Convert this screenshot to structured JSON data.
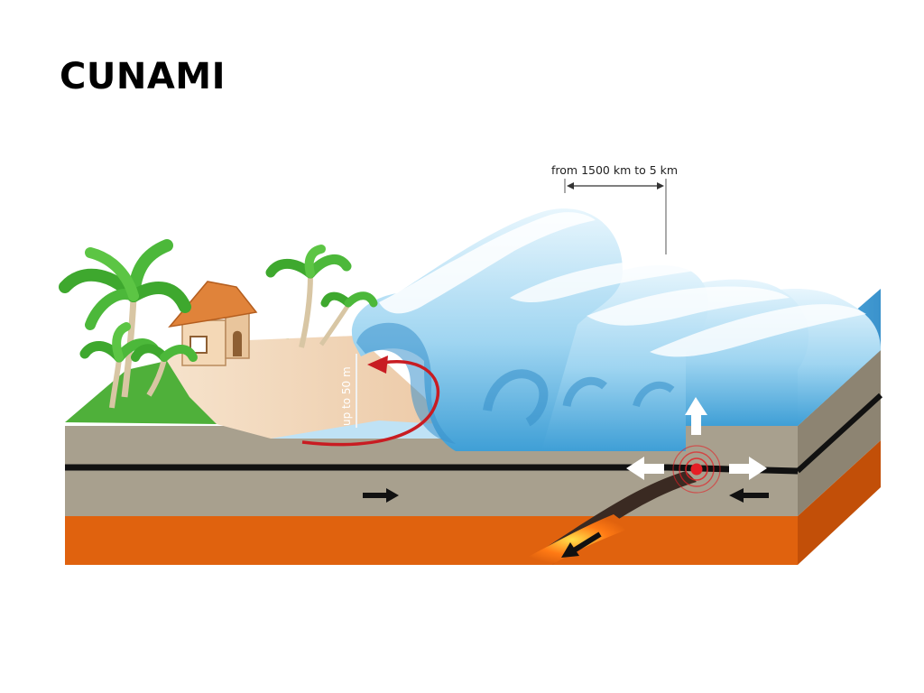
{
  "slide": {
    "title": "CUNAMI"
  },
  "diagram": {
    "wavelength_label": "from 1500 km to 5 km",
    "height_label": "up to 50 m"
  },
  "colors": {
    "wave_light": "#dff2fc",
    "wave_mid": "#9fd5f1",
    "wave_deep": "#4aa9dd",
    "sand": "#f3dcc1",
    "grass": "#4fb03a",
    "crust": "#a8a08e",
    "mantle": "#e0620e",
    "fault_line": "#111111",
    "quake_red": "#e51e25"
  }
}
